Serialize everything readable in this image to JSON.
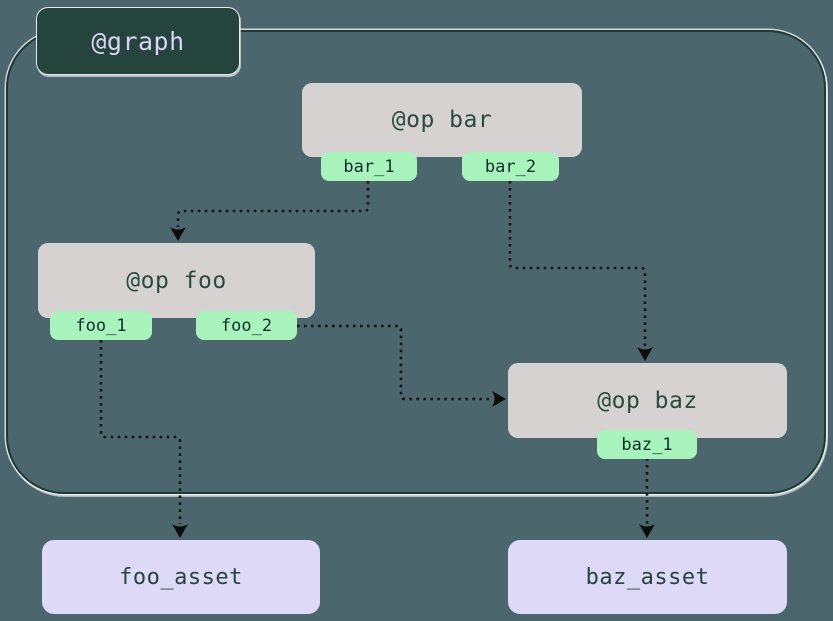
{
  "graph": {
    "label": "@graph"
  },
  "ops": [
    {
      "id": "bar",
      "label": "@op bar",
      "outputs": [
        "bar_1",
        "bar_2"
      ]
    },
    {
      "id": "foo",
      "label": "@op foo",
      "outputs": [
        "foo_1",
        "foo_2"
      ]
    },
    {
      "id": "baz",
      "label": "@op baz",
      "outputs": [
        "baz_1"
      ]
    }
  ],
  "assets": [
    {
      "label": "foo_asset"
    },
    {
      "label": "baz_asset"
    }
  ],
  "edges": [
    {
      "from": "bar_1",
      "to": "foo"
    },
    {
      "from": "bar_2",
      "to": "baz"
    },
    {
      "from": "foo_2",
      "to": "baz"
    },
    {
      "from": "foo_1",
      "to": "foo_asset"
    },
    {
      "from": "baz_1",
      "to": "baz_asset"
    }
  ],
  "colors": {
    "background": "#4c666d",
    "graph_border": "#1d3a34",
    "graph_border_highlight": "#ffffff",
    "graph_label_bg": "#24443d",
    "graph_label_text": "#d8d5f2",
    "op_bg": "#d5d2d1",
    "op_text": "#2a4a43",
    "output_tag_bg": "#a8f4bc",
    "output_tag_text": "#10302a",
    "asset_bg": "#ded9f6",
    "asset_text": "#24453e",
    "edge": "#141414"
  }
}
